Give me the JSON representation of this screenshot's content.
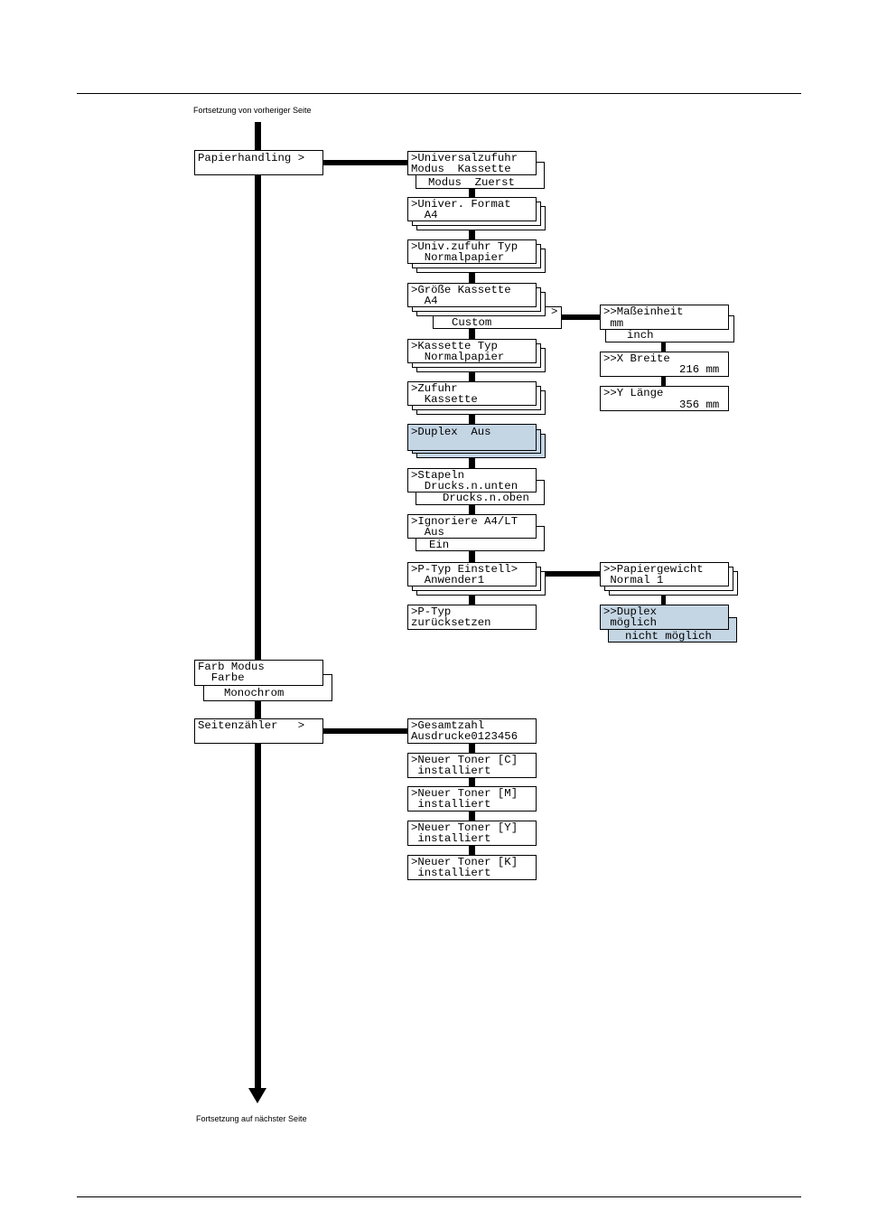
{
  "header": {
    "continued_from": "Fortsetzung von vorheriger Seite"
  },
  "footer": {
    "continued_on": "Fortsetzung auf nächster Seite"
  },
  "menu": {
    "papierhandling": {
      "label": "Papierhandling >",
      "universalzufuhr": {
        "line1": ">Universalzufuhr",
        "line2": "Modus  Kassette",
        "alt": "Modus  Zuerst"
      },
      "univer_format": {
        "line1": ">Univer. Format",
        "line2": "  A4"
      },
      "univ_zufuhr_typ": {
        "line1": ">Univ.zufuhr Typ",
        "line2": "  Normalpapier"
      },
      "groesse_kassette": {
        "line1": ">Größe Kassette",
        "line2": "  A4",
        "alt": "Custom",
        "arrow": ">",
        "masseinheit": {
          "line1": ">>Maßeinheit",
          "line2": " mm",
          "alt": "inch"
        },
        "x_breite": {
          "line1": ">>X Breite",
          "line2": "216 mm"
        },
        "y_laenge": {
          "line1": ">>Y Länge",
          "line2": "356 mm"
        }
      },
      "kassette_typ": {
        "line1": ">Kassette Typ",
        "line2": "  Normalpapier"
      },
      "zufuhr": {
        "line1": ">Zufuhr",
        "line2": "  Kassette"
      },
      "duplex": {
        "line1": ">Duplex  Aus"
      },
      "stapeln": {
        "line1": ">Stapeln",
        "line2": "  Drucks.n.unten",
        "alt": "Drucks.n.oben"
      },
      "ignoriere": {
        "line1": ">Ignoriere A4/LT",
        "line2": "  Aus",
        "alt": "Ein"
      },
      "p_typ_einstell": {
        "line1": ">P-Typ Einstell>",
        "line2": "  Anwender1",
        "papiergewicht": {
          "line1": ">>Papiergewicht",
          "line2": " Normal 1"
        },
        "duplex": {
          "line1": ">>Duplex",
          "line2": " möglich",
          "alt": "nicht möglich"
        }
      },
      "p_typ_reset": {
        "line1": ">P-Typ",
        "line2": "zurücksetzen"
      }
    },
    "farb_modus": {
      "line1": "Farb Modus",
      "line2": "  Farbe",
      "alt": "Monochrom"
    },
    "seitenzaehler": {
      "label": "Seitenzähler   >",
      "gesamtzahl": {
        "line1": ">Gesamtzahl",
        "line2": "Ausdrucke0123456"
      },
      "toner_c": {
        "line1": ">Neuer Toner [C]",
        "line2": " installiert"
      },
      "toner_m": {
        "line1": ">Neuer Toner [M]",
        "line2": " installiert"
      },
      "toner_y": {
        "line1": ">Neuer Toner [Y]",
        "line2": " installiert"
      },
      "toner_k": {
        "line1": ">Neuer Toner [K]",
        "line2": " installiert"
      }
    }
  },
  "colors": {
    "highlight": "#c4d5e4",
    "line": "#000000"
  }
}
